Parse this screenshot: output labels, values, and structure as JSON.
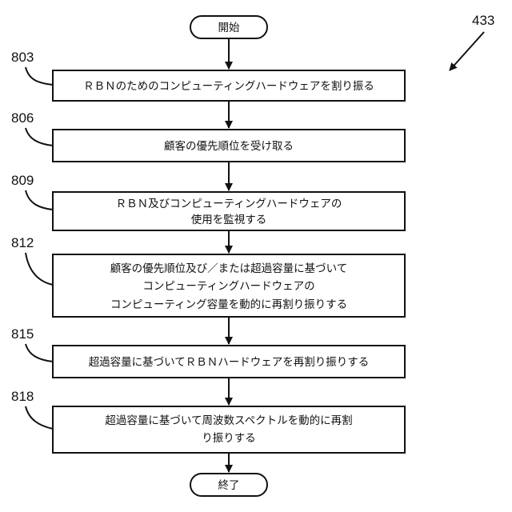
{
  "figure_ref": "433",
  "start_label": "開始",
  "end_label": "終了",
  "steps": [
    {
      "ref": "803",
      "lines": [
        "ＲＢＮのためのコンピューティングハードウェアを割り振る"
      ]
    },
    {
      "ref": "806",
      "lines": [
        "顧客の優先順位を受け取る"
      ]
    },
    {
      "ref": "809",
      "lines": [
        "ＲＢＮ及びコンピューティングハードウェアの",
        "使用を監視する"
      ]
    },
    {
      "ref": "812",
      "lines": [
        "顧客の優先順位及び／または超過容量に基づいて",
        "コンピューティングハードウェアの",
        "コンピューティング容量を動的に再割り振りする"
      ]
    },
    {
      "ref": "815",
      "lines": [
        "超過容量に基づいてＲＢＮハードウェアを再割り振りする"
      ]
    },
    {
      "ref": "818",
      "lines": [
        "超過容量に基づいて周波数スペクトルを動的に再割",
        "り振りする"
      ]
    }
  ]
}
